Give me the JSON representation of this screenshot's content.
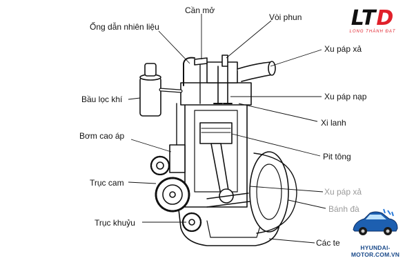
{
  "labels": {
    "ong_dan": "Ống dẫn nhiên liệu",
    "can_mo": "Cần mở",
    "voi_phun": "Vòi phun",
    "xu_pap_xa_top": "Xu páp xả",
    "xu_pap_nap": "Xu páp nạp",
    "xi_lanh": "Xi lanh",
    "pit_tong": "Pit tông",
    "xu_pap_xa_mid": "Xu páp xả",
    "banh_da": "Bánh đà",
    "cac_te": "Các te",
    "bau_loc": "Bầu lọc khí",
    "bom_cao_ap": "Bơm cao áp",
    "truc_cam": "Trục cam",
    "truc_khuyu": "Trục khuỷu"
  },
  "logo": {
    "mark_main": "LT",
    "mark_accent": "D",
    "tagline": "LONG THÀNH ĐẠT"
  },
  "watermark": {
    "url": "HYUNDAI-MOTOR.COM.VN"
  },
  "colors": {
    "accent": "#e0202a",
    "brand_blue": "#1a4a8a",
    "ink": "#111111"
  }
}
